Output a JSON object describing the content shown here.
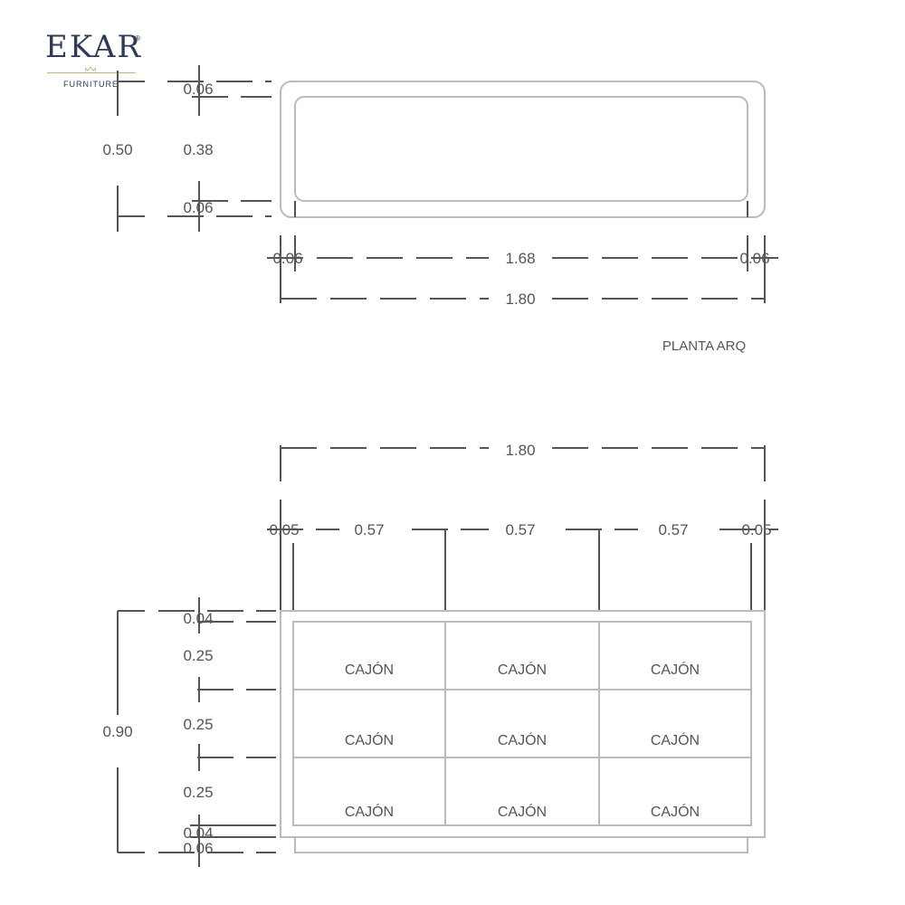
{
  "brand": {
    "name": "EKAR",
    "registered": "®",
    "tagline": "FURNITURE",
    "color": "#2f3a55",
    "accent": "#c9b27a"
  },
  "plan": {
    "label": "PLANTA ARQ",
    "dims": {
      "depth_total": "0.50",
      "depth_top": "0.06",
      "depth_inner": "0.38",
      "depth_bottom": "0.06",
      "width_left": "0.06",
      "width_inner": "1.68",
      "width_right": "0.06",
      "width_total": "1.80"
    }
  },
  "elevation": {
    "dims": {
      "width_total": "1.80",
      "col_side_left": "0.05",
      "col_1": "0.57",
      "col_2": "0.57",
      "col_3": "0.57",
      "col_side_right": "0.05",
      "height_total": "0.90",
      "row_top_margin": "0.04",
      "row_1": "0.25",
      "row_2": "0.25",
      "row_3": "0.25",
      "row_bottom_margin": "0.04",
      "base": "0.06"
    },
    "drawers": [
      [
        "CAJÓN",
        "CAJÓN",
        "CAJÓN"
      ],
      [
        "CAJÓN",
        "CAJÓN",
        "CAJÓN"
      ],
      [
        "CAJÓN",
        "CAJÓN",
        "CAJÓN"
      ]
    ]
  },
  "colors": {
    "line": "#555555",
    "light_line": "#bbbbbb"
  }
}
